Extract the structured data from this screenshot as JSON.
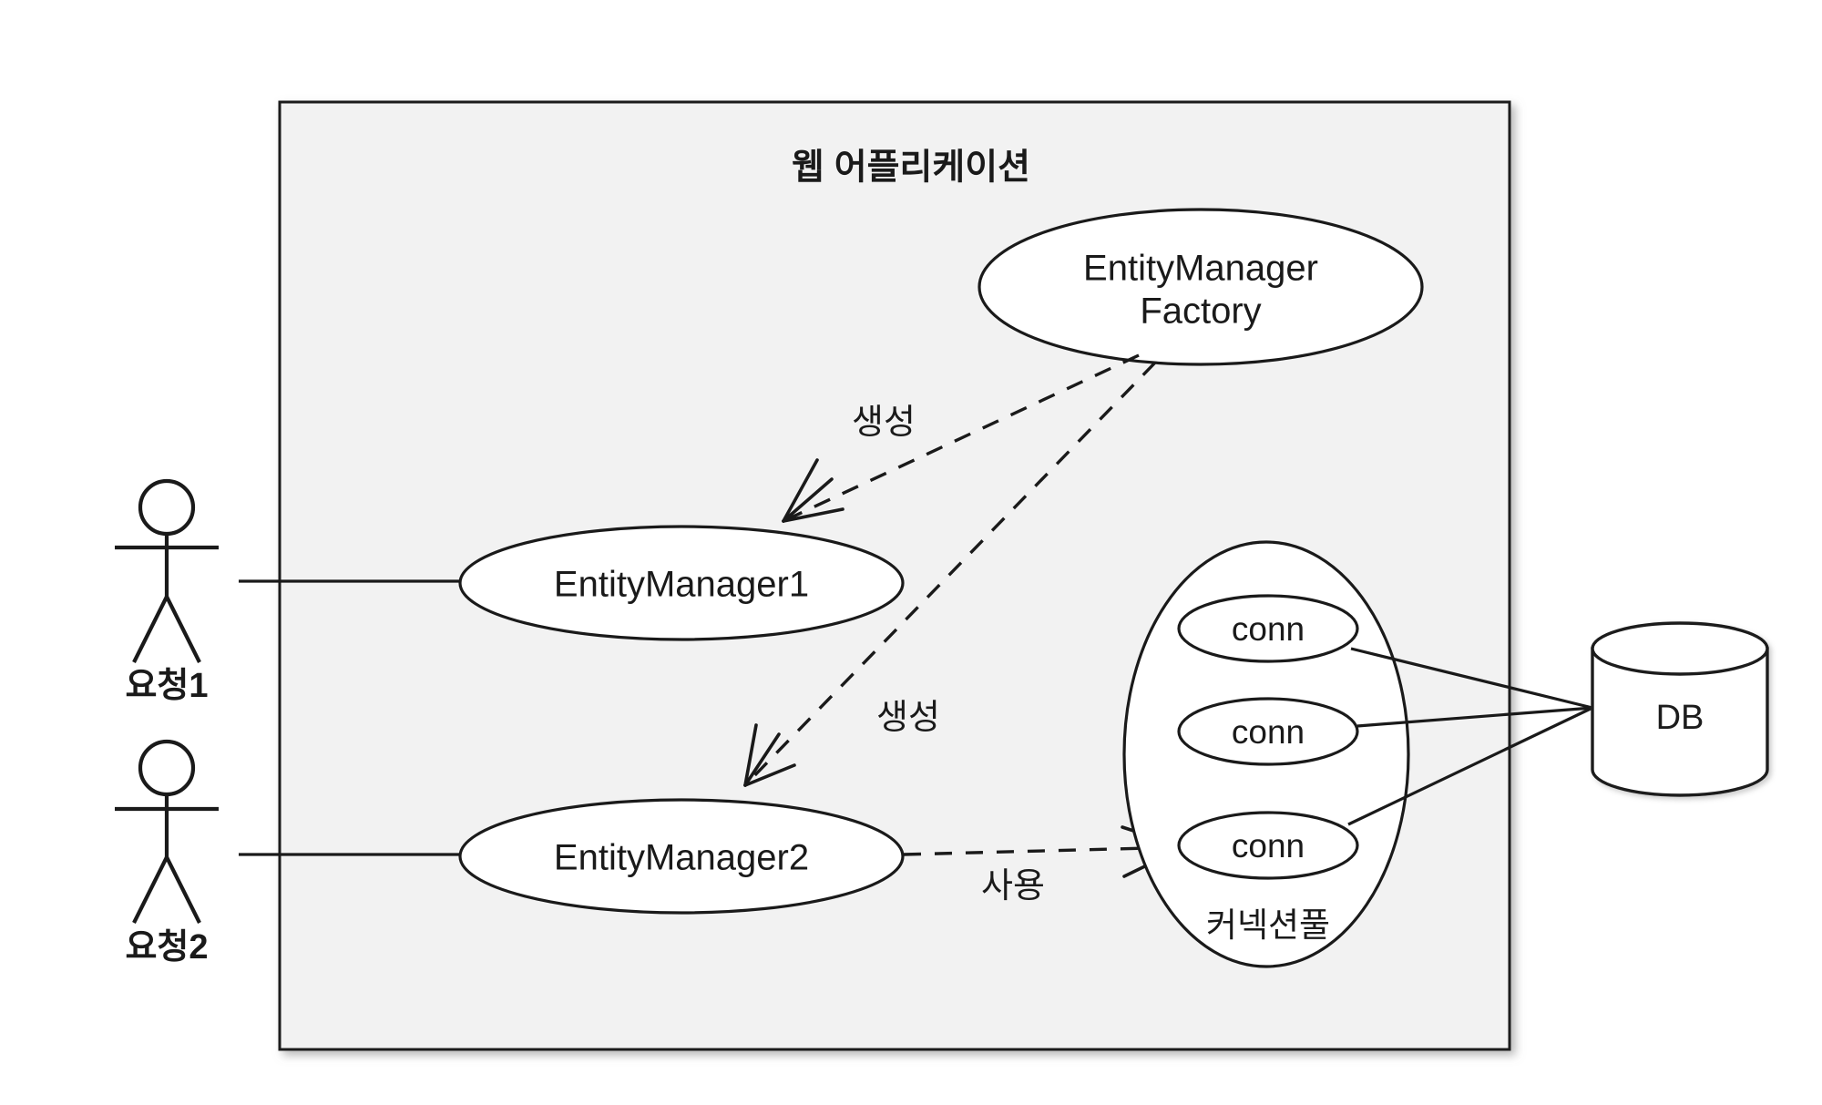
{
  "diagram": {
    "type": "component-diagram",
    "container": {
      "title": "웹 어플리케이션",
      "fill_color": "#f2f2f2",
      "stroke_color": "#1a1a1a"
    },
    "actors": [
      {
        "label": "요청1"
      },
      {
        "label": "요청2"
      }
    ],
    "nodes": {
      "factory_line1": "EntityManager",
      "factory_line2": "Factory",
      "entity_manager_1": "EntityManager1",
      "entity_manager_2": "EntityManager2",
      "db": "DB"
    },
    "pool": {
      "label": "커넥션풀",
      "connections": [
        {
          "label": "conn"
        },
        {
          "label": "conn"
        },
        {
          "label": "conn"
        }
      ]
    },
    "edges": [
      {
        "label": "생성",
        "from": "EntityManagerFactory",
        "to": "EntityManager1",
        "style": "dashed"
      },
      {
        "label": "생성",
        "from": "EntityManagerFactory",
        "to": "EntityManager2",
        "style": "dashed"
      },
      {
        "label": "사용",
        "from": "EntityManager2",
        "to": "conn",
        "style": "dashed"
      }
    ]
  }
}
